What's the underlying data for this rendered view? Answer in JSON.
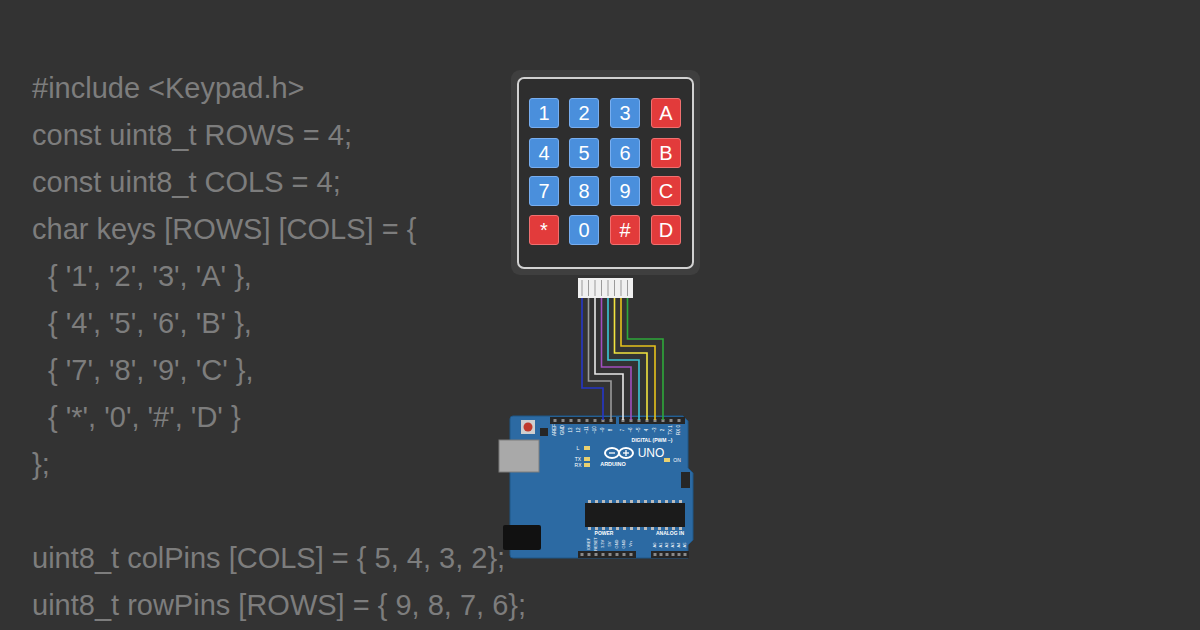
{
  "diagram": {
    "nodes": [
      {
        "text": [
          "1"
        ]
      },
      {
        "text": [
          "2"
        ]
      },
      {
        "text": [
          "3"
        ]
      },
      {
        "text": [
          "A"
        ]
      },
      {
        "text": [
          "4"
        ]
      },
      {
        "text": [
          "5"
        ]
      },
      {
        "text": [
          "6"
        ]
      },
      {
        "text": [
          "B"
        ]
      },
      {
        "text": [
          "7"
        ]
      },
      {
        "text": [
          "8"
        ]
      },
      {
        "text": [
          "9"
        ]
      },
      {
        "text": [
          "C"
        ]
      },
      {
        "text": [
          "*"
        ]
      },
      {
        "text": [
          "0"
        ]
      },
      {
        "text": [
          "#"
        ]
      },
      {
        "text": [
          "D"
        ]
      }
    ],
    "labels": [
      "#include <Keypad.h>",
      "const uint8_t ROWS = 4;",
      "const uint8_t COLS = 4;",
      "char keys [ROWS] [COLS] = {",
      "{ '1', '2', '3', 'A' },",
      "{ '4', '5', '6', 'B' },",
      "{ '7', '8', '9', 'C' },",
      "{ '*', '0', '#', 'D' }",
      "};",
      "uint8_t colPins [COLS] = { 5, 4, 3, 2};",
      "uint8_t rowPins [ROWS] = { 9, 8, 7, 6};",
      "UNO",
      "ARDUINO",
      "DIGITAL (PWM ~)",
      "ON",
      "TX",
      "RX",
      "L",
      "POWER",
      "ANALOG IN",
      "AREF",
      "GND",
      "13",
      "12",
      "~11",
      "~10",
      "~9",
      "8",
      "7",
      "~6",
      "~5",
      "4",
      "~3",
      "2",
      "TX 1",
      "RX 0",
      "IOREF",
      "RESET",
      "3.3V",
      "5V",
      "GND",
      "GND",
      "Vin",
      "A0",
      "A1",
      "A2",
      "A3",
      "A4",
      "A5"
    ]
  }
}
